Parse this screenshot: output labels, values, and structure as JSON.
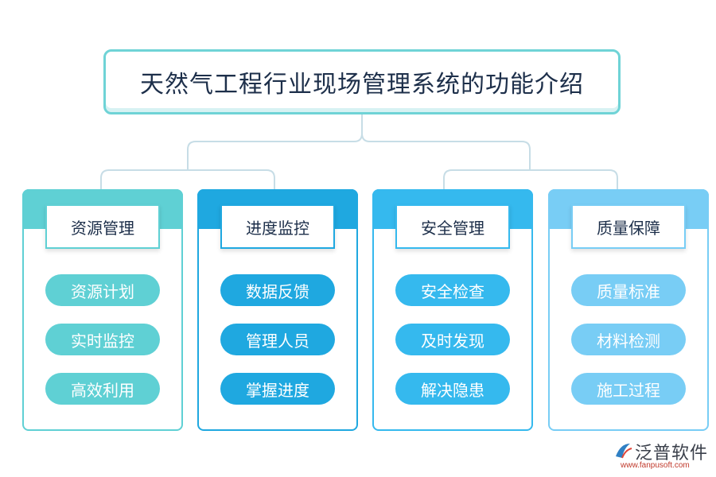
{
  "title": "天然气工程行业现场管理系统的功能介绍",
  "categories": [
    {
      "label": "资源管理",
      "color": "#5fd0d4",
      "items": [
        "资源计划",
        "实时监控",
        "高效利用"
      ]
    },
    {
      "label": "进度监控",
      "color": "#1fa8e0",
      "items": [
        "数据反馈",
        "管理人员",
        "掌握进度"
      ]
    },
    {
      "label": "安全管理",
      "color": "#35b9ee",
      "items": [
        "安全检查",
        "及时发现",
        "解决隐患"
      ]
    },
    {
      "label": "质量保障",
      "color": "#78cdf5",
      "items": [
        "质量标准",
        "材料检测",
        "施工过程"
      ]
    }
  ],
  "logo": {
    "name": "泛普软件",
    "url": "www.fanpusoft.com",
    "icon": "fanpu-logo-icon"
  }
}
